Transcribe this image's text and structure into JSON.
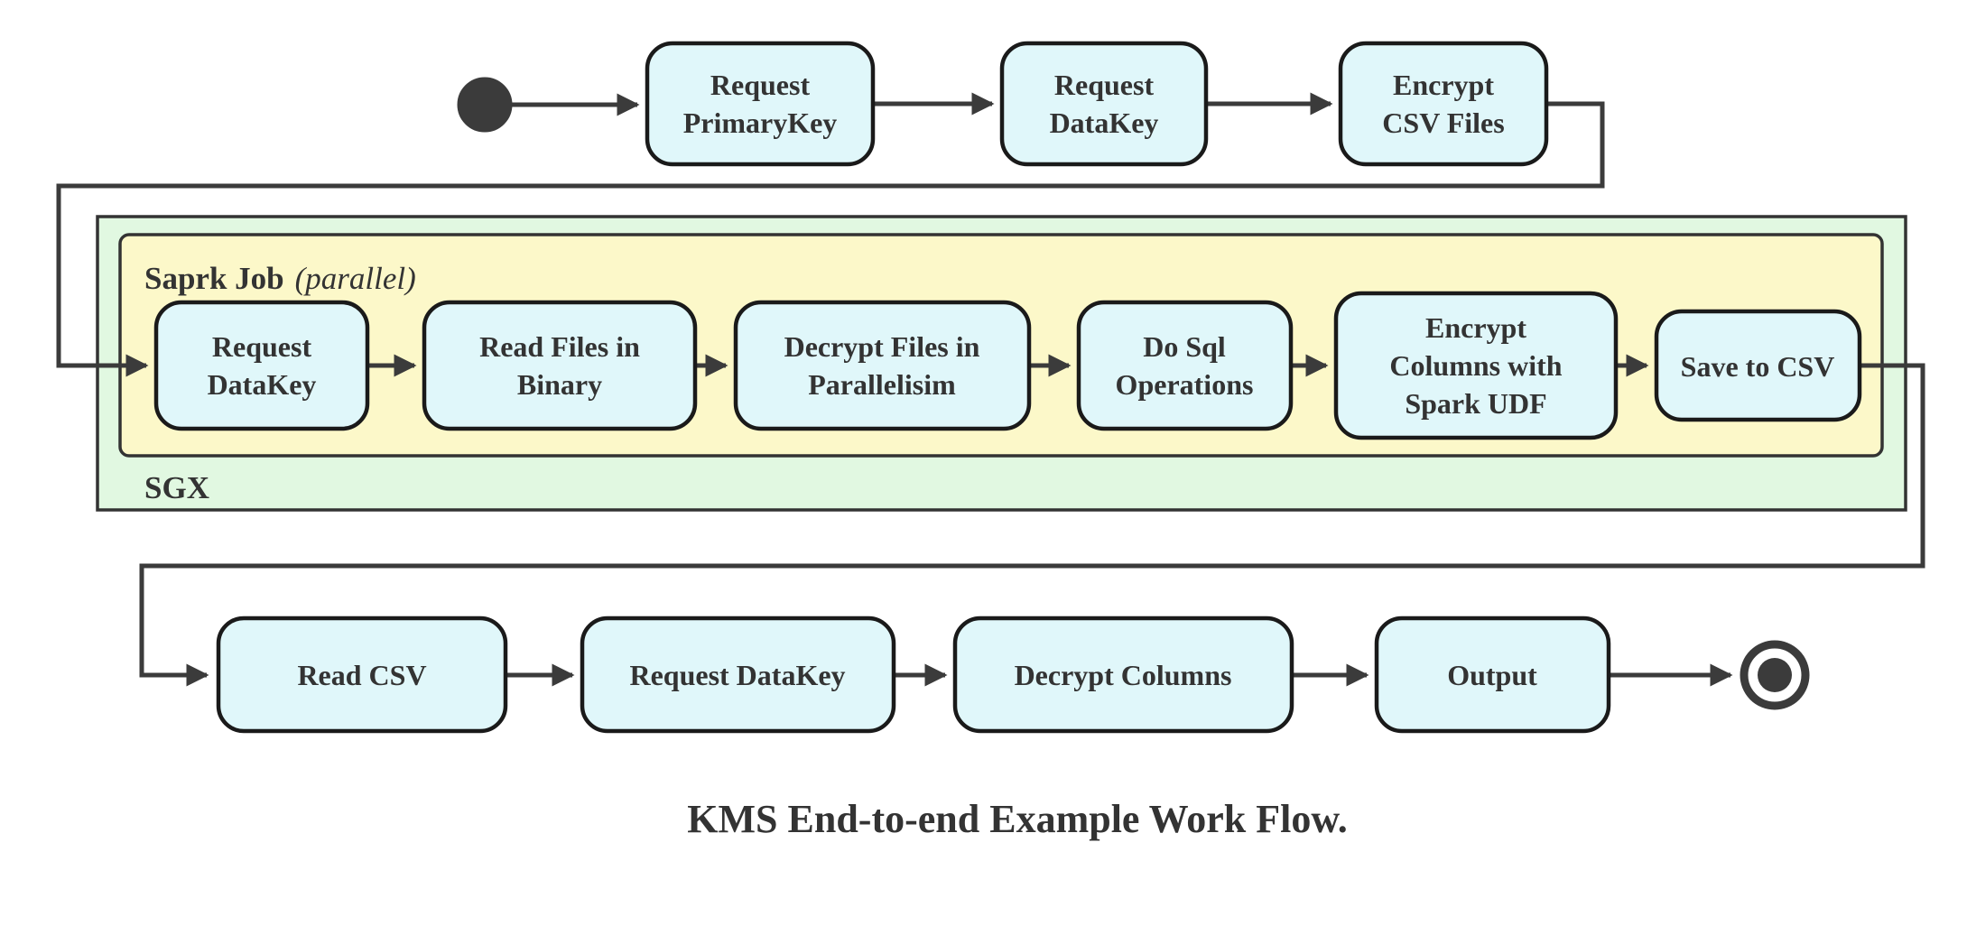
{
  "diagram": {
    "caption": "KMS End-to-end Example Work Flow.",
    "colors": {
      "node_fill": "#e0f7fa",
      "node_stroke": "#1a1a1a",
      "spark_fill": "#fcf8c9",
      "sgx_fill": "#e1f8e1",
      "container_stroke": "#333333",
      "edge": "#3b3b3b",
      "text": "#333333"
    },
    "containers": {
      "sgx": {
        "label": "SGX"
      },
      "spark_job": {
        "label": "Saprk Job",
        "label_note": "(parallel)"
      }
    },
    "nodes": {
      "request_primarykey": {
        "l1": "Request",
        "l2": "PrimaryKey"
      },
      "request_datakey_top": {
        "l1": "Request",
        "l2": "DataKey"
      },
      "encrypt_csv_files": {
        "l1": "Encrypt",
        "l2": "CSV Files"
      },
      "request_datakey_spark": {
        "l1": "Request",
        "l2": "DataKey"
      },
      "read_files_in_binary": {
        "l1": "Read Files in",
        "l2": "Binary"
      },
      "decrypt_files_in_parallelisim": {
        "l1": "Decrypt Files in",
        "l2": "Parallelisim"
      },
      "do_sql_operations": {
        "l1": "Do Sql",
        "l2": "Operations"
      },
      "encrypt_columns_with_spark_udf": {
        "l1": "Encrypt",
        "l2": "Columns with",
        "l3": "Spark UDF"
      },
      "save_to_csv": {
        "l1": "Save to CSV"
      },
      "read_csv": {
        "l1": "Read CSV"
      },
      "request_datakey_read": {
        "l1": "Request DataKey"
      },
      "decrypt_columns": {
        "l1": "Decrypt Columns"
      },
      "output": {
        "l1": "Output"
      }
    }
  }
}
